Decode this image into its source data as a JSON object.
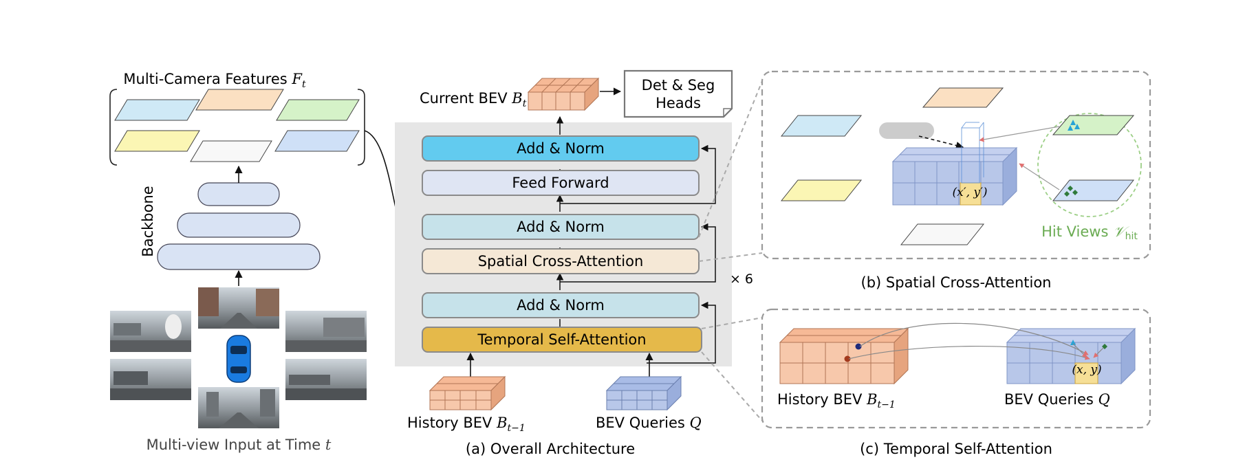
{
  "left": {
    "features_title": "Multi-Camera Features ",
    "features_symbol": "F",
    "features_sub": "t",
    "backbone_label": "Backbone",
    "input_caption": "Multi-view Input at Time ",
    "input_symbol": "t"
  },
  "architecture": {
    "current_bev": "Current BEV ",
    "current_bev_symbol": "B",
    "current_bev_sub": "t",
    "heads_line1": "Det & Seg",
    "heads_line2": "Heads",
    "block_add_norm_3": "Add & Norm",
    "block_feed_forward": "Feed Forward",
    "block_add_norm_2": "Add & Norm",
    "block_spatial": "Spatial Cross-Attention",
    "block_add_norm_1": "Add & Norm",
    "block_temporal": "Temporal Self-Attention",
    "repeat": "× 6",
    "history_bev": "History BEV ",
    "history_bev_symbol": "B",
    "history_bev_sub": "t−1",
    "bev_queries": "BEV Queries ",
    "bev_queries_symbol": "Q",
    "caption": "(a) Overall Architecture"
  },
  "spatial_panel": {
    "point_label": "(x′, y′)",
    "hit_views": "Hit Views ",
    "hit_views_symbol": "𝒱",
    "hit_views_sub": "hit",
    "caption": "(b) Spatial Cross-Attention"
  },
  "temporal_panel": {
    "history_bev": "History BEV ",
    "history_bev_symbol": "B",
    "history_bev_sub": "t−1",
    "bev_queries": "BEV Queries ",
    "bev_queries_symbol": "Q",
    "point_label": "(x, y)",
    "caption": "(c) Temporal Self-Attention"
  },
  "colors": {
    "temporal_block": "#e5b94a",
    "spatial_block": "#f5e8d6",
    "add_norm_block": "#c6e2ea",
    "feed_forward_block": "#dfe5f3",
    "top_add_norm_block": "#62cbef",
    "history_bev": "#f7c8ab",
    "bev_queries": "#b8c7e9",
    "hit_views": "#6aab52",
    "highlight_cell": "#f6df96"
  }
}
